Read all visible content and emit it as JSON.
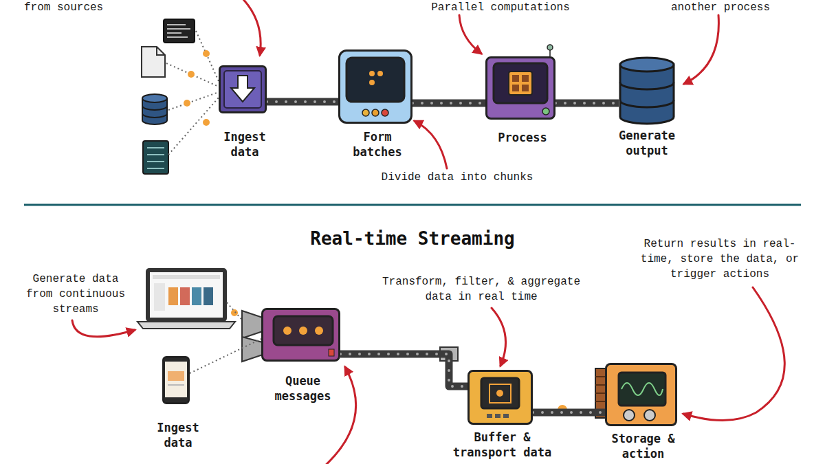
{
  "diagram": {
    "title": "Real-time Streaming",
    "nodes": [
      {
        "text": [
          "Ingest data"
        ]
      },
      {
        "text": [
          "Form batches"
        ]
      },
      {
        "text": [
          "Process"
        ]
      },
      {
        "text": [
          "Generate output"
        ]
      },
      {
        "text": [
          "Ingest data"
        ]
      },
      {
        "text": [
          "Queue messages"
        ]
      },
      {
        "text": [
          "Buffer & transport data"
        ]
      },
      {
        "text": [
          "Storage & action"
        ]
      }
    ],
    "edges": [
      {
        "from": 0,
        "to": 1,
        "arrow": "none"
      },
      {
        "from": 1,
        "to": 2,
        "arrow": "none"
      },
      {
        "from": 2,
        "to": 3,
        "arrow": "none"
      },
      {
        "from": 4,
        "to": 5,
        "arrow": "none"
      },
      {
        "from": 5,
        "to": 6,
        "arrow": "none"
      },
      {
        "from": 6,
        "to": 7,
        "arrow": "none"
      }
    ],
    "labels": [
      "from sources",
      "Parallel computations",
      "another process",
      "Divide data into chunks",
      "Generate data from continuous streams",
      "Transform, filter, & aggregate data in real time",
      "Return results in real-time, store the data, or trigger actions"
    ]
  }
}
